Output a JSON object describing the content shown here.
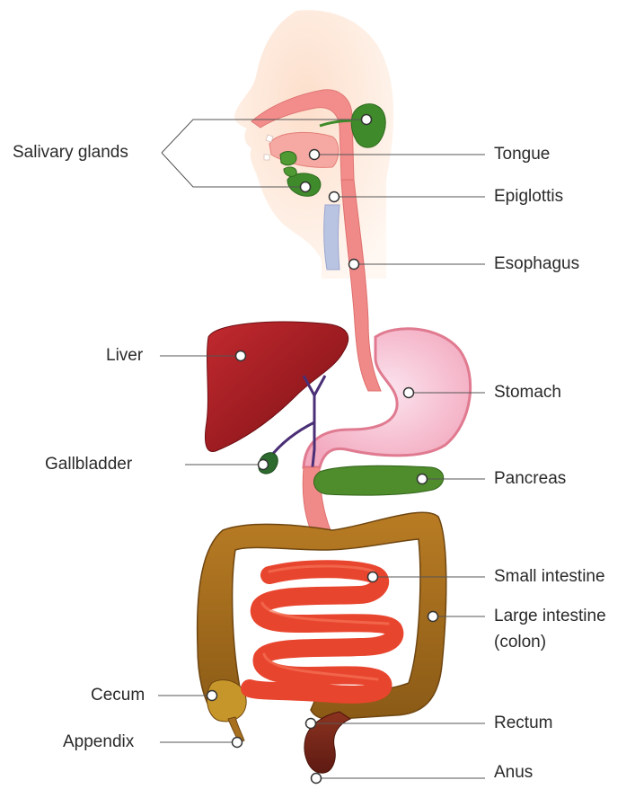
{
  "labels": {
    "salivary_glands": "Salivary glands",
    "tongue": "Tongue",
    "epiglottis": "Epiglottis",
    "esophagus": "Esophagus",
    "liver": "Liver",
    "stomach": "Stomach",
    "gallbladder": "Gallbladder",
    "pancreas": "Pancreas",
    "small_intestine": "Small intestine",
    "large_intestine_line1": "Large intestine",
    "large_intestine_line2": "(colon)",
    "cecum": "Cecum",
    "rectum": "Rectum",
    "appendix": "Appendix",
    "anus": "Anus"
  },
  "colors": {
    "skin": "#fbe3d2",
    "tract": "#f08a88",
    "liver": "#a61c24",
    "stomach_inner": "#f7c9d6",
    "gland": "#3f8a2a",
    "pancreas": "#4e8c2c",
    "small_intestine": "#e8452e",
    "large_intestine": "#a8701e",
    "rectum": "#7a2418",
    "trachea": "#b9c4e2",
    "leader": "#555555"
  }
}
